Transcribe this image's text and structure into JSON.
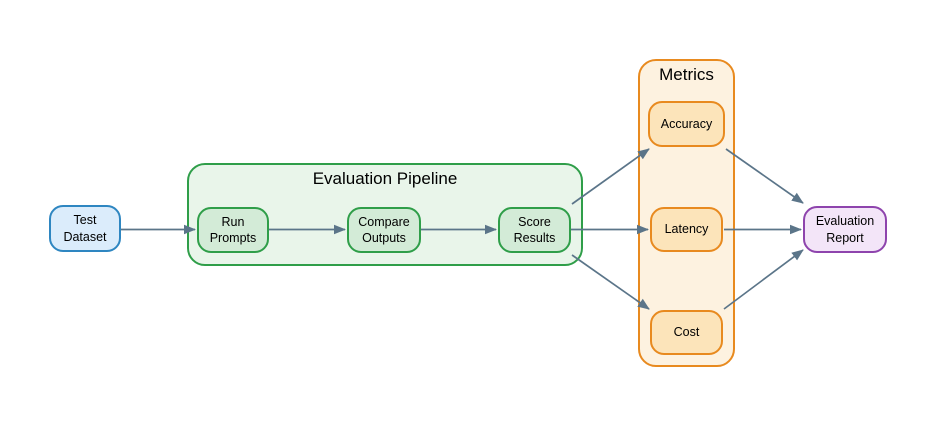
{
  "colors": {
    "edge": "#5b7589",
    "text": "#000000",
    "blue_fill": "#dbecfb",
    "blue_stroke": "#2e86c1",
    "green_container_fill": "#e9f5ea",
    "green_fill": "#d3ebd7",
    "green_stroke": "#2f9e49",
    "orange_container_fill": "#fdf2e0",
    "orange_fill": "#fce4ba",
    "orange_stroke": "#e88a1f",
    "purple_fill": "#f3e5f8",
    "purple_stroke": "#8e44ad"
  },
  "groups": {
    "pipeline_title": "Evaluation Pipeline",
    "metrics_title": "Metrics"
  },
  "nodes": {
    "test_dataset": "Test\nDataset",
    "run_prompts": "Run\nPrompts",
    "compare_outputs": "Compare\nOutputs",
    "score_results": "Score\nResults",
    "accuracy": "Accuracy",
    "latency": "Latency",
    "cost": "Cost",
    "evaluation_report": "Evaluation\nReport"
  },
  "edges": [
    {
      "from": "test_dataset",
      "to": "run_prompts"
    },
    {
      "from": "run_prompts",
      "to": "compare_outputs"
    },
    {
      "from": "compare_outputs",
      "to": "score_results"
    },
    {
      "from": "score_results",
      "to": "accuracy"
    },
    {
      "from": "score_results",
      "to": "latency"
    },
    {
      "from": "score_results",
      "to": "cost"
    },
    {
      "from": "accuracy",
      "to": "evaluation_report"
    },
    {
      "from": "latency",
      "to": "evaluation_report"
    },
    {
      "from": "cost",
      "to": "evaluation_report"
    }
  ]
}
